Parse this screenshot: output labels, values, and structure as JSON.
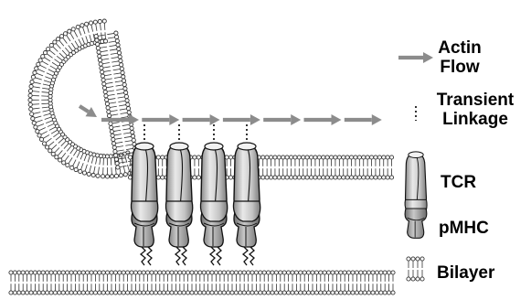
{
  "colors": {
    "arrow": "#8c8c8c",
    "lipid_outline": "#333333",
    "lipid_fill": "#ffffff",
    "tcr_fill": "#cfcfcf",
    "pmhc_fill": "#a9a9a9",
    "outline": "#111111"
  },
  "legend": {
    "actin_flow": {
      "line1": "Actin",
      "line2": "Flow"
    },
    "transient_linkage": {
      "line1": "Transient",
      "line2": "Linkage"
    },
    "tcr": "TCR",
    "pmhc": "pMHC",
    "bilayer": "Bilayer"
  },
  "diagram": {
    "actin_arrow_count": 7,
    "tcr_pmhc_pair_count": 4,
    "icons": [
      "arrow-icon",
      "dotted-line-icon",
      "tcr-icon",
      "pmhc-icon",
      "bilayer-icon"
    ]
  }
}
